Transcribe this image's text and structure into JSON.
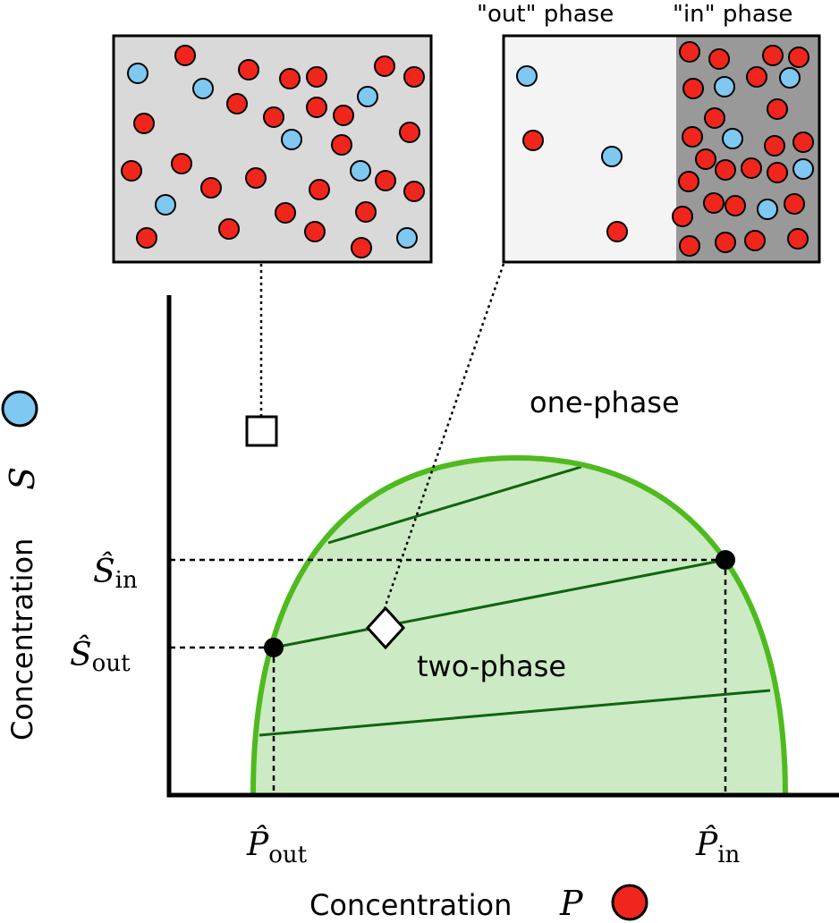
{
  "labels": {
    "out_phase": "\"out\" phase",
    "in_phase": "\"in\" phase",
    "one_phase": "one-phase",
    "two_phase": "two-phase",
    "y_axis_text": "Concentration",
    "y_axis_symbol": "S",
    "x_axis_text": "Concentration",
    "x_axis_symbol": "P",
    "s_in": {
      "base": "Ŝ",
      "sub": "in"
    },
    "s_out": {
      "base": "Ŝ",
      "sub": "out"
    },
    "p_out": {
      "base": "P̂",
      "sub": "out"
    },
    "p_in": {
      "base": "P̂",
      "sub": "in"
    }
  },
  "colors": {
    "red_particle": "#f0261c",
    "blue_particle": "#7ec8f2",
    "binodal_line": "#4fba1f",
    "two_phase_fill": "#cceac3",
    "tie_line": "#106410",
    "mixed_box_bg": "#d9d9d9",
    "out_phase_bg": "#f4f4f4",
    "in_phase_bg": "#999999"
  },
  "icons": [
    "square-marker-icon",
    "diamond-marker-icon",
    "blue-circle-legend-icon",
    "red-circle-legend-icon"
  ]
}
